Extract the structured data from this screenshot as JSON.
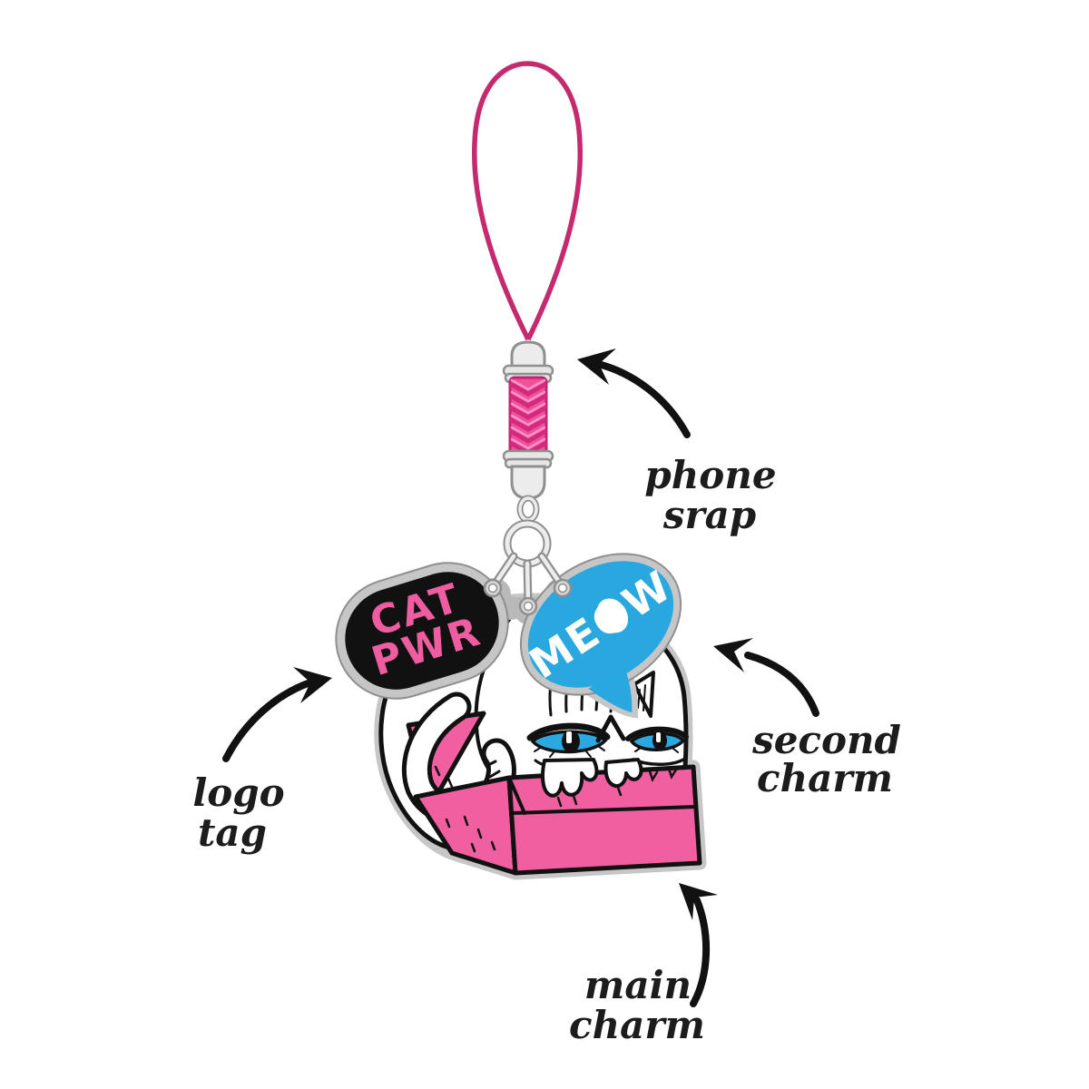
{
  "background": "#ffffff",
  "colors": {
    "strap_pink": "#c42a6d",
    "braid_pink": "#f2509b",
    "braid_shadow": "#d22a7c",
    "braid_highlight": "#ff96c9",
    "metal_light": "#ececec",
    "metal_mid": "#b9b9b9",
    "metal_dark": "#8f8f8f",
    "silver_rim": "#c6c6c6",
    "charm_pink": "#f05fa0",
    "tag_black": "#111111",
    "tag_text_pink": "#ee5d9f",
    "bubble_blue": "#29a8e0",
    "eye_blue": "#2aa9e1",
    "outline_black": "#111111",
    "label_ink": "#1c1c1c"
  },
  "logo_tag": {
    "line1": "CAT",
    "line2": "PWR"
  },
  "second_charm": {
    "text": "MEOW"
  },
  "annotations": {
    "phone_strap": {
      "line1": "phone",
      "line2": "srap"
    },
    "logo_tag": {
      "line1": "logo",
      "line2": "tag"
    },
    "second_charm": {
      "line1": "second",
      "line2": "charm"
    },
    "main_charm": {
      "line1": "main",
      "line2": "charm"
    }
  }
}
